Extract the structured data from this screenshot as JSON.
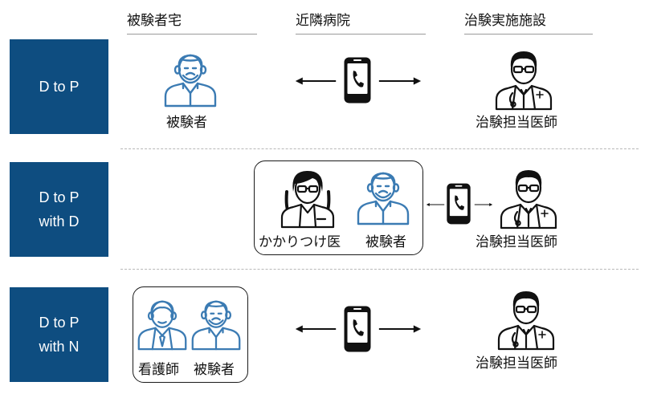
{
  "columns": {
    "patient_home": "被験者宅",
    "nearby_hospital": "近隣病院",
    "trial_site": "治験実施施設"
  },
  "rows": [
    {
      "label_line1": "D to P",
      "label_line2": ""
    },
    {
      "label_line1": "D to P",
      "label_line2": "with D"
    },
    {
      "label_line1": "D to P",
      "label_line2": "with N"
    }
  ],
  "captions": {
    "row1_patient": "被験者",
    "row1_doctor": "治験担当医師",
    "row2_family_doctor": "かかりつけ医",
    "row2_patient": "被験者",
    "row2_doctor": "治験担当医師",
    "row3_nurse": "看護師",
    "row3_patient": "被験者",
    "row3_doctor": "治験担当医師"
  },
  "colors": {
    "label_bg": "#0e4d80",
    "patient_blue": "#3b7bb3",
    "icon_dark": "#111111"
  }
}
